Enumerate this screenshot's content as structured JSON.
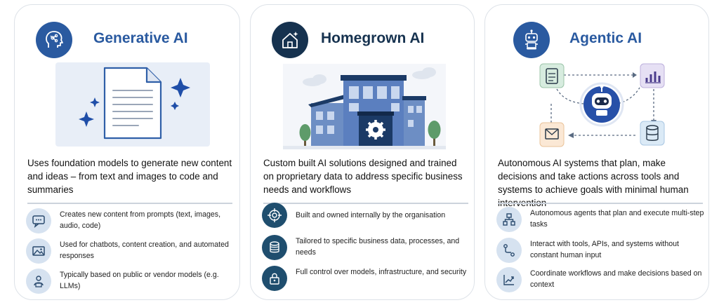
{
  "colors": {
    "generative_accent": "#2a5aa0",
    "homegrown_accent": "#16324f",
    "agentic_accent": "#2a5aa0",
    "soft_bullet_bg": "#d6e2f0",
    "dark_bullet_bg": "#1f4e6e"
  },
  "cards": [
    {
      "title": "Generative AI",
      "icon": "brain-head-icon",
      "description": "Uses foundation models to generate new content and ideas – from text and images to code and summaries",
      "bullets": [
        {
          "icon": "chat-bubble-icon",
          "text": "Creates new content from prompts (text, images, audio, code)"
        },
        {
          "icon": "image-icon",
          "text": "Used for chatbots, content creation, and automated responses"
        },
        {
          "icon": "person-laptop-icon",
          "text": "Typically based on public or vendor models (e.g. LLMs)"
        }
      ]
    },
    {
      "title": "Homegrown AI",
      "icon": "house-sparkle-icon",
      "description": "Custom built AI solutions designed and trained on proprietary data to address specific business needs and workflows",
      "bullets": [
        {
          "icon": "crosshair-icon",
          "text": "Built and owned internally by the organisation"
        },
        {
          "icon": "database-icon",
          "text": "Tailored to specific business data, processes, and needs"
        },
        {
          "icon": "lock-icon",
          "text": "Full control over models, infrastructure, and security"
        }
      ]
    },
    {
      "title": "Agentic AI",
      "icon": "robot-icon",
      "description": "Autonomous AI systems that plan, make decisions and take actions across tools and systems to achieve goals with minimal human intervention",
      "bullets": [
        {
          "icon": "hierarchy-icon",
          "text": "Autonomous agents that plan and execute multi-step tasks"
        },
        {
          "icon": "workflow-path-icon",
          "text": "Interact with tools, APIs, and systems without constant human input"
        },
        {
          "icon": "trend-chart-icon",
          "text": "Coordinate workflows and make decisions based on context"
        }
      ]
    }
  ]
}
